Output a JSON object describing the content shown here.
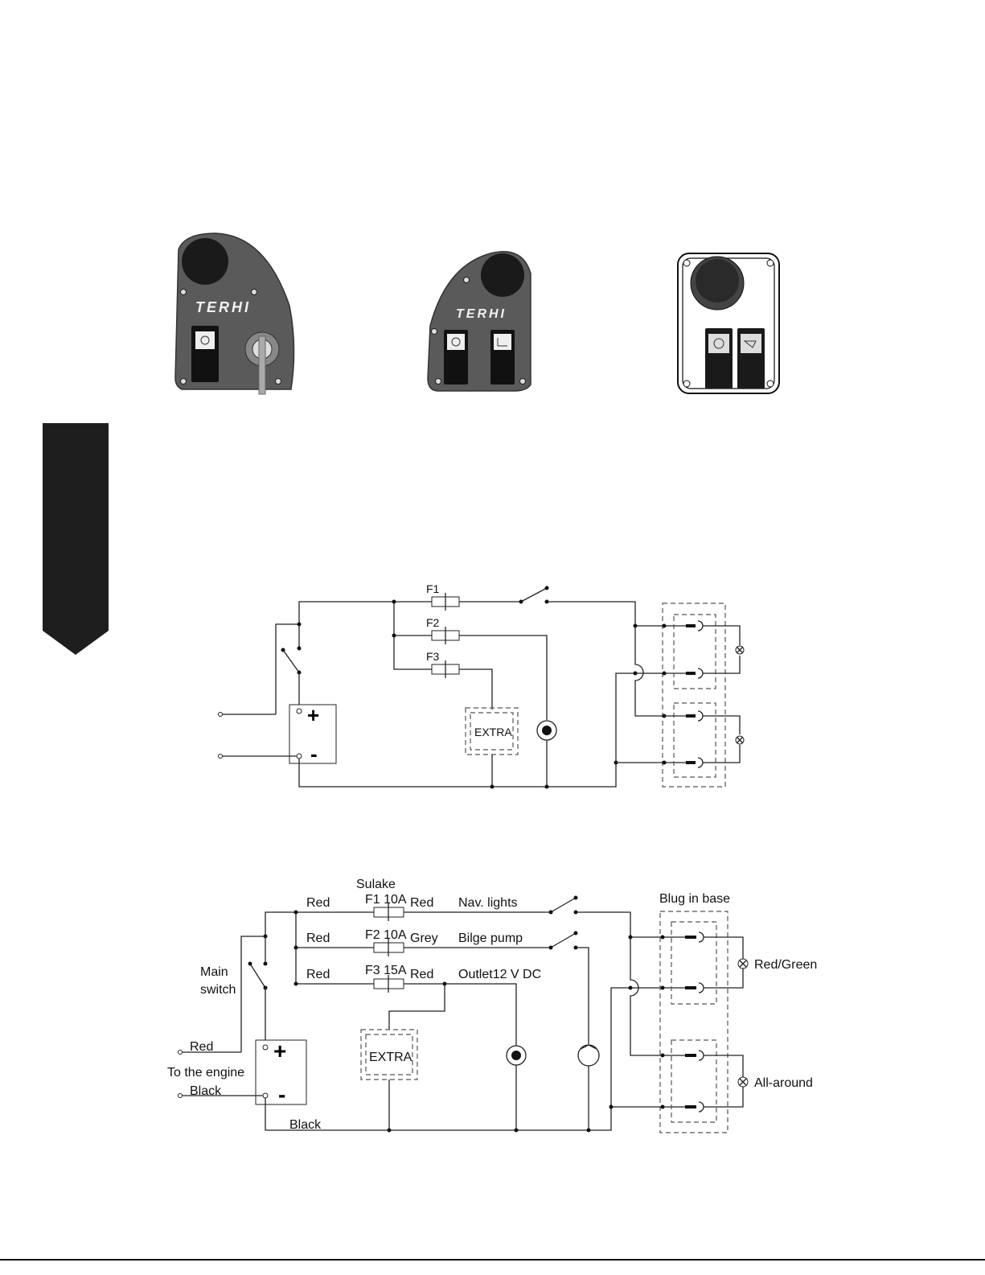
{
  "panels": [
    {
      "logo": "TERHI",
      "controls": [
        "light-switch",
        "ignition-key"
      ]
    },
    {
      "logo": "TERHI",
      "controls": [
        "light-switch",
        "bilge-switch"
      ]
    },
    {
      "logo": "",
      "controls": [
        "socket",
        "light-switch",
        "bilge-switch"
      ]
    }
  ],
  "diagram1": {
    "fuses": [
      "F1",
      "F2",
      "F3"
    ],
    "extra": "EXTRA",
    "battery": {
      "plus": "+",
      "minus": "-"
    }
  },
  "diagram2": {
    "fuse_header": "Sulake",
    "fuses": [
      {
        "name": "F1 10A",
        "in_wire": "Red",
        "out_wire": "Red",
        "load": "Nav. lights"
      },
      {
        "name": "F2 10A",
        "in_wire": "Red",
        "out_wire": "Grey",
        "load": "Bilge pump"
      },
      {
        "name": "F3 15A",
        "in_wire": "Red",
        "out_wire": "Red",
        "load": "Outlet12 V DC"
      }
    ],
    "main_switch": [
      "Main",
      "switch"
    ],
    "engine": {
      "label": "To the engine",
      "plus_wire": "Red",
      "minus_wire": "Black"
    },
    "ground_wire": "Black",
    "extra": "EXTRA",
    "plug_label": "Blug in base",
    "lamps": [
      "Red/Green",
      "All-around"
    ],
    "battery": {
      "plus": "+",
      "minus": "-"
    }
  },
  "colors": {
    "panel": "#5a5a5a",
    "sidebar": "#1e1e1e",
    "footer_line": "#2233cc"
  }
}
